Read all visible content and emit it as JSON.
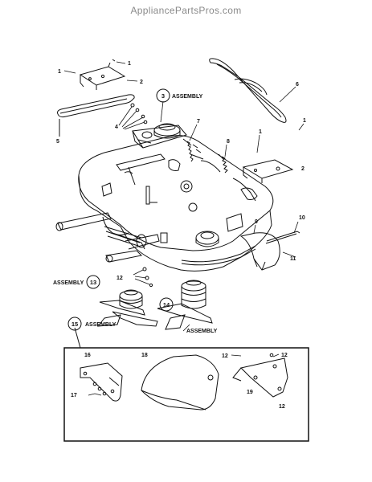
{
  "watermark": "AppliancePartsPros.com",
  "labels": {
    "c3": "3",
    "asm3": "ASSEMBLY",
    "c13": "13",
    "asm13": "ASSEMBLY",
    "c14": "14",
    "asm14": "ASSEMBLY",
    "c15": "15",
    "asm15": "ASSEMBLY",
    "n1a": "1",
    "n1b": "1",
    "n1c": "1",
    "n1d": "1",
    "n2a": "2",
    "n2b": "2",
    "n4": "4",
    "n5": "5",
    "n6": "6",
    "n7": "7",
    "n8": "8",
    "n9": "9",
    "n10": "10",
    "n11": "11",
    "n12a": "12",
    "n16": "16",
    "n17": "17",
    "n18": "18",
    "n19": "19",
    "n12b": "12",
    "n12c": "12",
    "n12d": "12"
  }
}
